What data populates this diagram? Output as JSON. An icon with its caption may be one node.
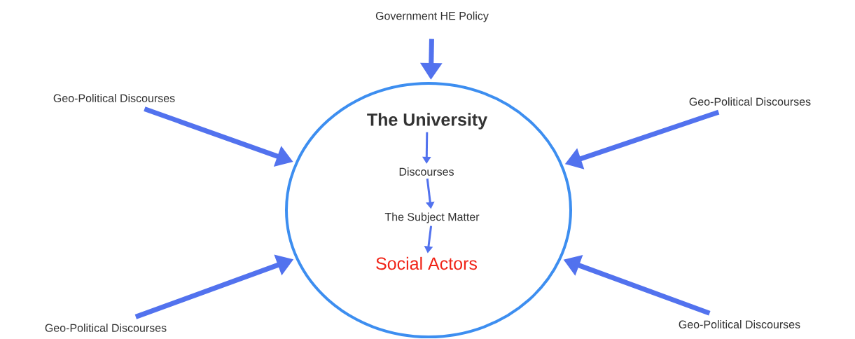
{
  "diagram": {
    "nodes": [
      {
        "text": [
          "Government HE Policy"
        ]
      },
      {
        "text": [
          "Geo-Political Discourses"
        ]
      },
      {
        "text": [
          "Geo-Political Discourses"
        ]
      },
      {
        "text": [],
        "shape": "circle"
      },
      {
        "text": [
          "The University"
        ],
        "in": 3
      },
      {
        "text": [
          "Discourses"
        ],
        "in": 3
      },
      {
        "text": [
          "The Subject Matter"
        ],
        "in": 3
      },
      {
        "text": [
          "Social Actors"
        ],
        "in": 3
      },
      {
        "text": [
          "Geo-Political Discourses"
        ]
      },
      {
        "text": [
          "Geo-Political Discourses"
        ]
      }
    ],
    "edges": [
      {
        "from": 0,
        "to": 3,
        "arrow": "to"
      },
      {
        "from": 1,
        "to": 3,
        "arrow": "to"
      },
      {
        "from": 2,
        "to": 3,
        "arrow": "to"
      },
      {
        "from": 8,
        "to": 3,
        "arrow": "to"
      },
      {
        "from": 9,
        "to": 3,
        "arrow": "to"
      },
      {
        "from": 4,
        "to": 5,
        "arrow": "to"
      },
      {
        "from": 5,
        "to": 6,
        "arrow": "to"
      },
      {
        "from": 6,
        "to": 7,
        "arrow": "to"
      }
    ]
  }
}
